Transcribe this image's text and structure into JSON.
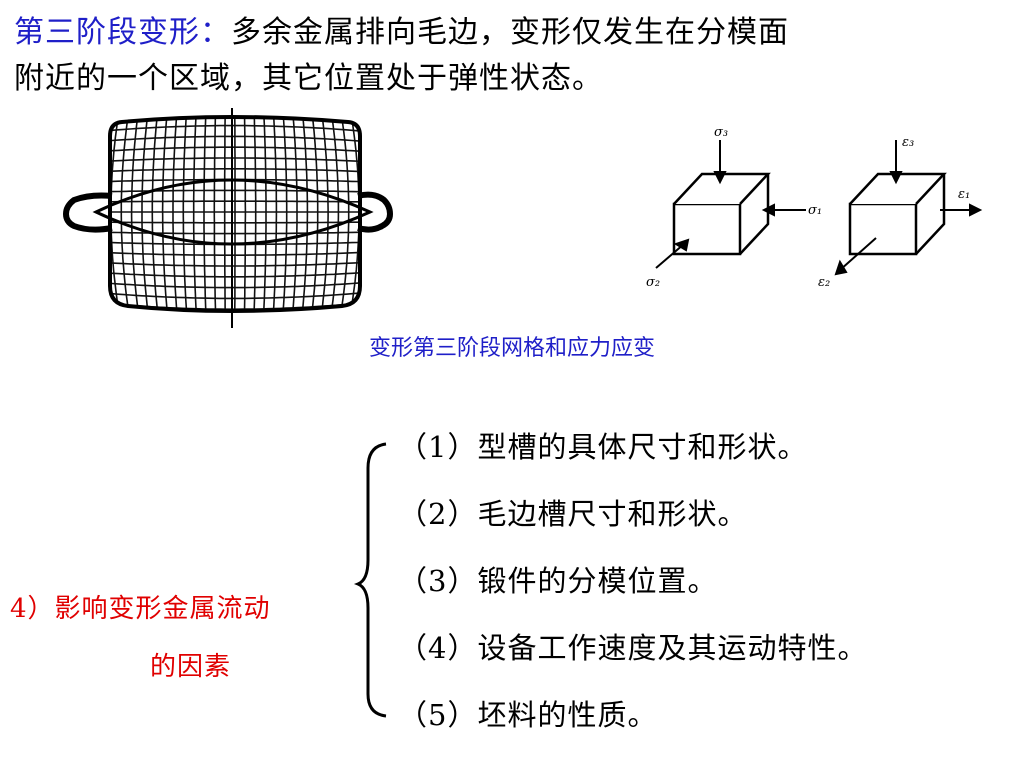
{
  "heading": {
    "lead": "第三阶段变形：",
    "rest_line1": "多余金属排向毛边，变形仅发生在分模面",
    "line2": "附近的一个区域，其它位置处于弹性状态。"
  },
  "figure": {
    "caption": "变形第三阶段网格和应力应变",
    "stress_labels": {
      "s3": "σ₃",
      "s1": "σ₁",
      "s2": "σ₂"
    },
    "strain_labels": {
      "e3": "ε₃",
      "e1": "ε₁",
      "e2": "ε₂"
    }
  },
  "factors": {
    "title_line1": "4）影响变形金属流动",
    "title_line2": "的因素",
    "items": [
      "（1）型槽的具体尺寸和形状。",
      "（2）毛边槽尺寸和形状。",
      "（3）锻件的分模位置。",
      "（4）设备工作速度及其运动特性。",
      "（5）坯料的性质。"
    ]
  },
  "colors": {
    "accent_blue": "#1f1fc8",
    "accent_red": "#e00000"
  }
}
